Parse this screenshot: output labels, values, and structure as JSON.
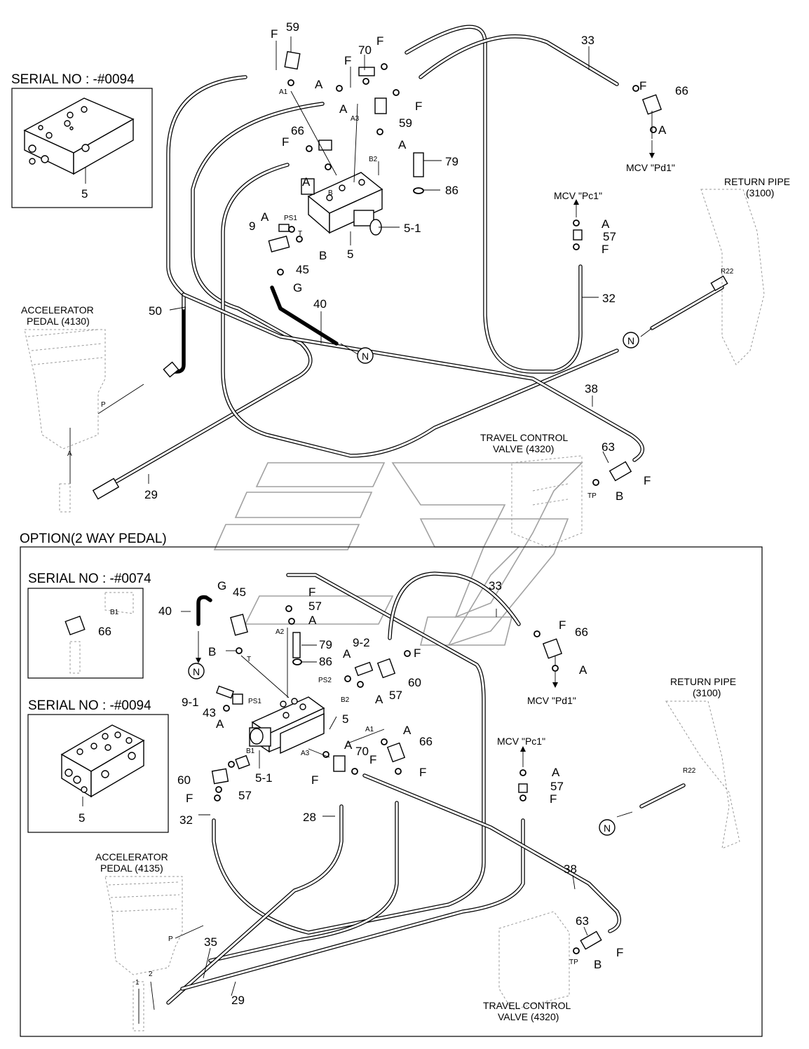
{
  "top": {
    "serial_title": "SERIAL NO : -#0094",
    "serial_part": "5",
    "accel_line1": "ACCELERATOR",
    "accel_line2": "PEDAL (4130)",
    "return_line1": "RETURN PIPE",
    "return_line2": "(3100)",
    "travel_line1": "TRAVEL CONTROL",
    "travel_line2": "VALVE (4320)",
    "mcv_pd1": "MCV \"Pd1\"",
    "mcv_pc1": "MCV \"Pc1\"",
    "n_marker": "N",
    "ports": [
      "A1",
      "A3",
      "B2",
      "PS1",
      "T",
      "B",
      "P",
      "A",
      "TP",
      "R22"
    ],
    "callouts": [
      "59",
      "F",
      "A",
      "70",
      "F",
      "F",
      "A",
      "A",
      "F",
      "59",
      "A",
      "33",
      "F",
      "66",
      "A",
      "66",
      "F",
      "A",
      "79",
      "86",
      "5-1",
      "5",
      "9",
      "A",
      "B",
      "45",
      "G",
      "40",
      "50",
      "29",
      "A",
      "57",
      "F",
      "32",
      "38",
      "63",
      "F",
      "B"
    ]
  },
  "bottom": {
    "option_title": "OPTION(2 WAY PEDAL)",
    "serial_title_1": "SERIAL NO : -#0074",
    "serial_part_1": "66",
    "serial_title_2": "SERIAL NO : -#0094",
    "serial_part_2": "5",
    "accel_line1": "ACCELERATOR",
    "accel_line2": "PEDAL (4135)",
    "return_line1": "RETURN PIPE",
    "return_line2": "(3100)",
    "travel_line1": "TRAVEL CONTROL",
    "travel_line2": "VALVE (4320)",
    "mcv_pd1": "MCV  \"Pd1\"",
    "mcv_pc1": "MCV  \"Pc1\"",
    "n_marker": "N",
    "ports": [
      "B1",
      "A2",
      "T",
      "PS2",
      "B2",
      "PS1",
      "A1",
      "A3",
      "B1",
      "TP",
      "R22",
      "P",
      "1",
      "2"
    ],
    "callouts": [
      "40",
      "G",
      "45",
      "F",
      "57",
      "A",
      "B",
      "79",
      "86",
      "9-2",
      "A",
      "F",
      "60",
      "A",
      "57",
      "33",
      "F",
      "66",
      "A",
      "9-1",
      "43",
      "A",
      "5",
      "A",
      "66",
      "A",
      "70",
      "F",
      "F",
      "F",
      "60",
      "F",
      "57",
      "5-1",
      "32",
      "28",
      "A",
      "57",
      "F",
      "35",
      "29",
      "38",
      "63",
      "F",
      "B"
    ]
  }
}
